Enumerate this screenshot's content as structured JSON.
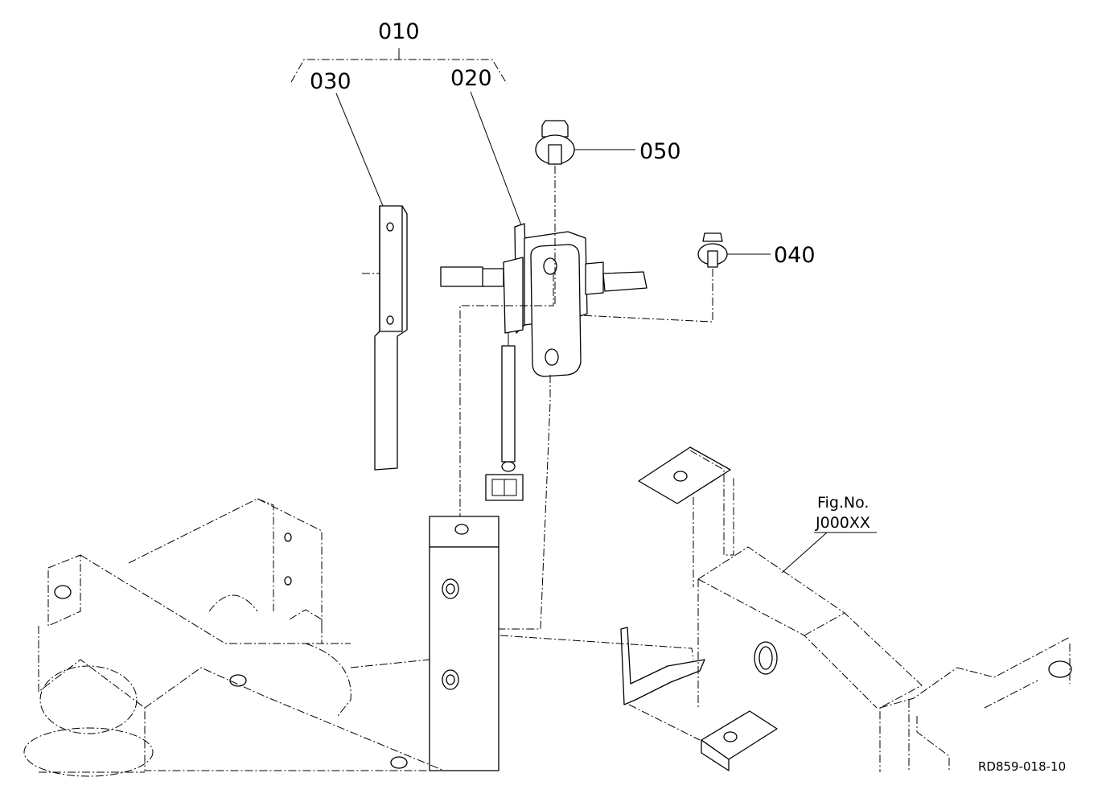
{
  "callouts": {
    "c010": "010",
    "c020": "020",
    "c030": "030",
    "c040": "040",
    "c050": "050"
  },
  "reference": {
    "line1": "Fig.No.",
    "line2": "J000XX"
  },
  "drawing_code": "RD859-018-10"
}
